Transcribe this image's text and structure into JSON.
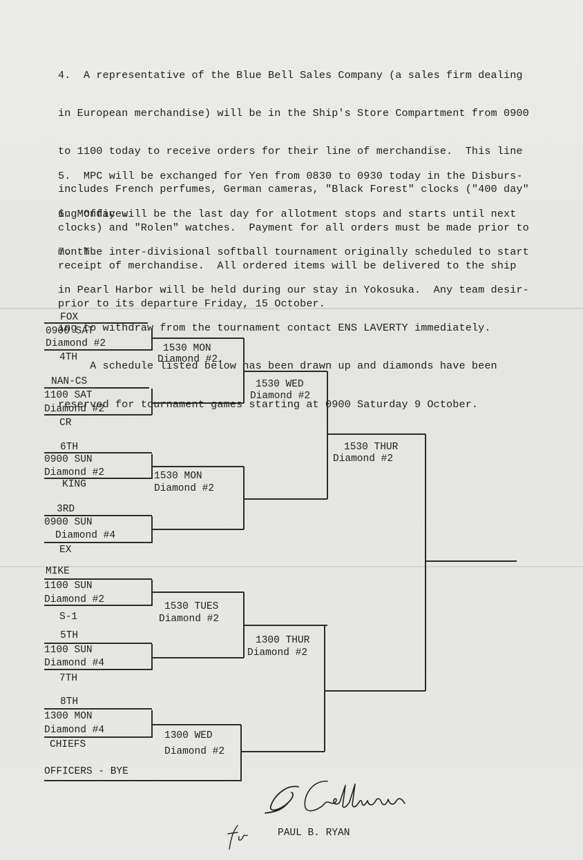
{
  "paragraphs": [
    {
      "id": "p4",
      "lines": [
        "4.  A representative of the Blue Bell Sales Company (a sales firm dealing",
        "in European merchandise) will be in the Ship's Store Compartment from 0900",
        "to 1100 today to receive orders for their line of merchandise.  This line",
        "includes French perfumes, German cameras, \"Black Forest\" clocks (\"400 day\"",
        "clocks) and \"Rolen\" watches.  Payment for all orders must be made prior to",
        "receipt of merchandise.  All ordered items will be delivered to the ship",
        "prior to its departure Friday, 15 October."
      ]
    },
    {
      "id": "p5",
      "lines": [
        "5.  MPC will be exchanged for Yen from 0830 to 0930 today in the Disburs-",
        "ing Office."
      ]
    },
    {
      "id": "p6",
      "lines": [
        "6. Monday will be the last day for allotment stops and starts until next",
        "month."
      ]
    },
    {
      "id": "p7",
      "lines": [
        "7.  The inter-divisional softball tournament originally scheduled to start",
        "in Pearl Harbor will be held during our stay in Yokosuka.  Any team desir-",
        "ing to withdraw from the tournament contact ENS LAVERTY immediately.",
        "     A schedule listed below has been drawn up and diamonds have been",
        "reserved for tournament games starting at 0900 Saturday 9 October."
      ]
    }
  ],
  "bracket": {
    "first_round": [
      {
        "team_top": "FOX",
        "time": "0900 SAT",
        "diamond": "Diamond #2",
        "team_bottom": "4TH"
      },
      {
        "team_top": "NAN-CS",
        "time": "1100 SAT",
        "diamond": "Diamond #2",
        "team_bottom": "CR"
      },
      {
        "team_top": "6TH",
        "time": "0900 SUN",
        "diamond": "Diamond #2",
        "team_bottom": "KING"
      },
      {
        "team_top": "3RD",
        "time": "0900 SUN",
        "diamond": "Diamond #4",
        "team_bottom": "EX"
      },
      {
        "team_top": "MIKE",
        "time": "1100 SUN",
        "diamond": "Diamond #2",
        "team_bottom": "S-1"
      },
      {
        "team_top": "5TH",
        "time": "1100 SUN",
        "diamond": "Diamond #4",
        "team_bottom": "7TH"
      },
      {
        "team_top": "8TH",
        "time": "1300 MON",
        "diamond": "Diamond #4",
        "team_bottom": "CHIEFS"
      }
    ],
    "bye": "OFFICERS - BYE",
    "second_round": [
      {
        "time": "1530 MON",
        "diamond": "Diamond #2."
      },
      {
        "time": "1530 MON",
        "diamond": "Diamond #2"
      },
      {
        "time": "1530 TUES",
        "diamond": "Diamond #2"
      },
      {
        "time": "1300 WED",
        "diamond": "Diamond #2"
      }
    ],
    "third_round": [
      {
        "time": "1530 WED",
        "diamond": "Diamond #2"
      },
      {
        "time": "1300 THUR",
        "diamond": "Diamond #2"
      }
    ],
    "final": {
      "time": "1530 THUR",
      "diamond": "Diamond #2"
    }
  },
  "signature": {
    "handwritten": "G Callison",
    "per": "for",
    "name": "PAUL B. RYAN"
  }
}
